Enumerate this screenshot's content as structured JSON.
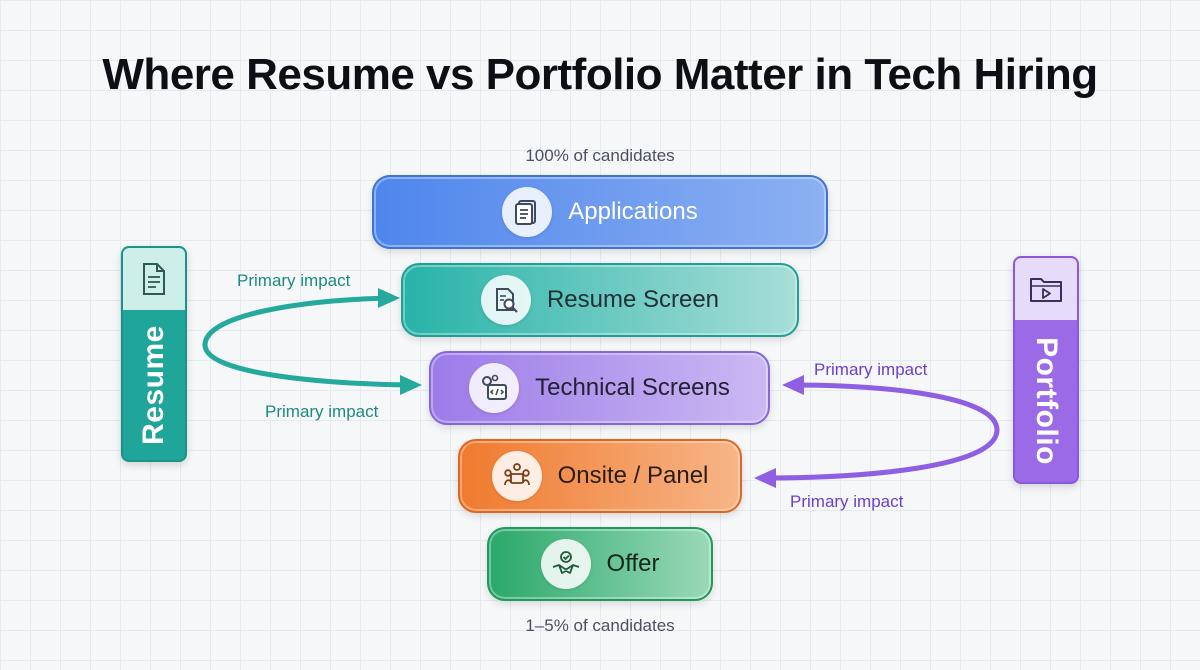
{
  "title": "Where Resume vs Portfolio Matter in Tech Hiring",
  "top_caption": "100% of candidates",
  "bottom_caption": "1–5% of candidates",
  "stages": [
    {
      "label": "Applications",
      "icon": "document-icon"
    },
    {
      "label": "Resume Screen",
      "icon": "document-search-icon"
    },
    {
      "label": "Technical Screens",
      "icon": "code-gear-icon"
    },
    {
      "label": "Onsite / Panel",
      "icon": "meeting-table-icon"
    },
    {
      "label": "Offer",
      "icon": "handshake-check-icon"
    }
  ],
  "resume": {
    "label": "Resume",
    "icon": "resume-document-icon",
    "color": "#1fa59a"
  },
  "portfolio": {
    "label": "Portfolio",
    "icon": "video-folder-icon",
    "color": "#9b6ae6"
  },
  "impact_labels": {
    "resume_to_resume_screen": "Primary impact",
    "resume_to_technical": "Primary impact",
    "portfolio_to_technical": "Primary impact",
    "portfolio_to_onsite": "Primary impact"
  }
}
